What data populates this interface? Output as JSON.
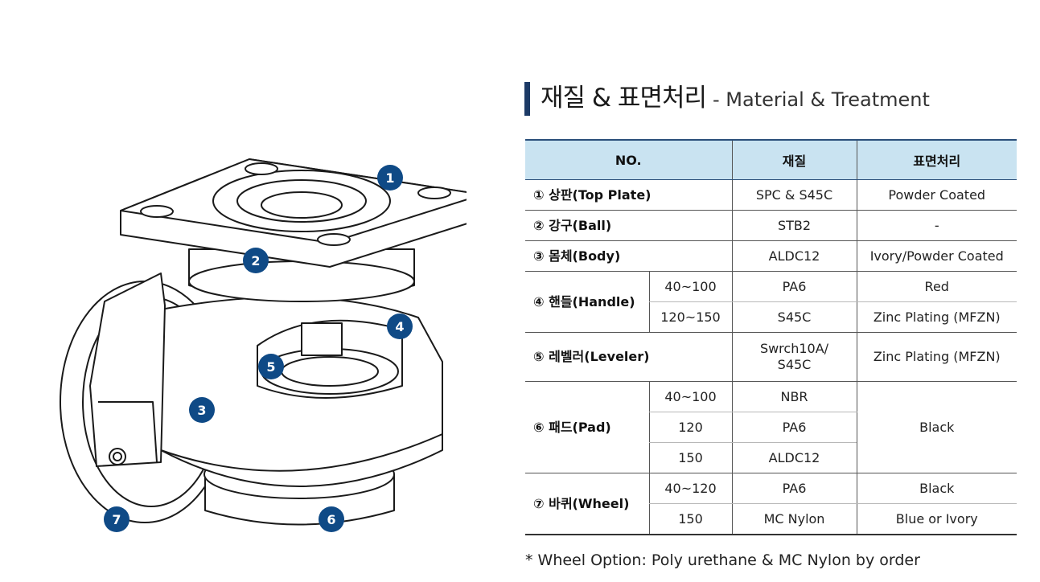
{
  "title": {
    "korean": "재질 & 표면처리",
    "english": "- Material & Treatment"
  },
  "table": {
    "headers": {
      "no": "NO.",
      "material": "재질",
      "treatment": "표면처리"
    },
    "rows": {
      "top_plate": {
        "part": "① 상판(Top Plate)",
        "material": "SPC & S45C",
        "treatment": "Powder Coated"
      },
      "ball": {
        "part": "② 강구(Ball)",
        "material": "STB2",
        "treatment": "-"
      },
      "body": {
        "part": "③ 몸체(Body)",
        "material": "ALDC12",
        "treatment": "Ivory/Powder Coated"
      },
      "handle": {
        "part": "④ 핸들(Handle)",
        "sub": [
          {
            "size": "40~100",
            "material": "PA6",
            "treatment": "Red"
          },
          {
            "size": "120~150",
            "material": "S45C",
            "treatment": "Zinc Plating (MFZN)"
          }
        ]
      },
      "leveler": {
        "part": "⑤ 레벨러(Leveler)",
        "material_line1": "Swrch10A/",
        "material_line2": "S45C",
        "treatment": "Zinc Plating (MFZN)"
      },
      "pad": {
        "part": "⑥ 패드(Pad)",
        "treatment": "Black",
        "sub": [
          {
            "size": "40~100",
            "material": "NBR"
          },
          {
            "size": "120",
            "material": "PA6"
          },
          {
            "size": "150",
            "material": "ALDC12"
          }
        ]
      },
      "wheel": {
        "part": "⑦ 바퀴(Wheel)",
        "sub": [
          {
            "size": "40~120",
            "material": "PA6",
            "treatment": "Black"
          },
          {
            "size": "150",
            "material": "MC Nylon",
            "treatment": "Blue or Ivory"
          }
        ]
      }
    }
  },
  "footnote": "* Wheel Option: Poly urethane & MC Nylon by order",
  "callouts": [
    "1",
    "2",
    "3",
    "4",
    "5",
    "6",
    "7"
  ],
  "colors": {
    "accent": "#1c3a66",
    "callout": "#0f4a86",
    "header_bg": "#c9e3f1"
  }
}
